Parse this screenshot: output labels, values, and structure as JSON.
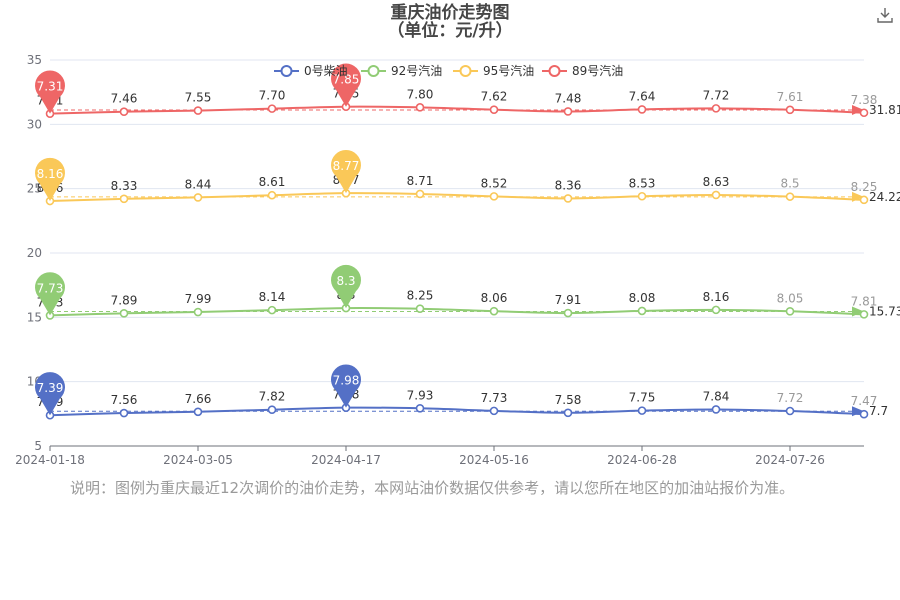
{
  "title": {
    "line1": "重庆油价走势图",
    "line2": "（单位：元/升）"
  },
  "toolbox": {
    "download_icon": "download-icon"
  },
  "note": "说明：图例为重庆最近12次调价的油价走势，本网站油价数据仅供参考，请以您所在地区的加油站报价为准。",
  "chart_data": {
    "type": "line",
    "ylim": [
      5,
      35
    ],
    "y_ticks": [
      "5",
      "10",
      "15",
      "20",
      "25",
      "30",
      "35"
    ],
    "x_tick_labels": [
      "2024-01-18",
      "2024-03-05",
      "2024-04-17",
      "2024-05-16",
      "2024-06-28",
      "2024-07-26"
    ],
    "x_tick_index": [
      0,
      2,
      4,
      6,
      8,
      10
    ],
    "legend_position": "top",
    "series": [
      {
        "name": "0号柴油",
        "color": "#5470c6",
        "values": [
          7.39,
          7.56,
          7.66,
          7.82,
          7.98,
          7.93,
          7.73,
          7.58,
          7.75,
          7.84,
          7.72,
          7.47
        ],
        "labels": [
          "7.39",
          "7.56",
          "7.66",
          "7.82",
          "7.98",
          "7.93",
          "7.73",
          "7.58",
          "7.75",
          "7.84",
          "7.72",
          "7.47"
        ],
        "max_label": "7.98",
        "min_label": "7.39",
        "avg_label": "7.7"
      },
      {
        "name": "92号汽油",
        "color": "#91cc75",
        "values": [
          7.73,
          7.89,
          7.99,
          8.14,
          8.3,
          8.25,
          8.06,
          7.91,
          8.08,
          8.16,
          8.05,
          7.81
        ],
        "labels": [
          "7.73",
          "7.89",
          "7.99",
          "8.14",
          "8.3",
          "8.25",
          "8.06",
          "7.91",
          "8.08",
          "8.16",
          "8.05",
          "7.81"
        ],
        "max_label": "8.3",
        "min_label": "7.73",
        "avg_label": "15.73"
      },
      {
        "name": "95号汽油",
        "color": "#fac858",
        "values": [
          8.16,
          8.33,
          8.44,
          8.61,
          8.77,
          8.71,
          8.52,
          8.36,
          8.53,
          8.63,
          8.5,
          8.25
        ],
        "labels": [
          "8.16",
          "8.33",
          "8.44",
          "8.61",
          "8.77",
          "8.71",
          "8.52",
          "8.36",
          "8.53",
          "8.63",
          "8.5",
          "8.25"
        ],
        "max_label": "8.77",
        "min_label": "8.16",
        "avg_label": "24.22"
      },
      {
        "name": "89号汽油",
        "color": "#ee6666",
        "values": [
          7.31,
          7.46,
          7.55,
          7.7,
          7.85,
          7.8,
          7.62,
          7.48,
          7.64,
          7.72,
          7.61,
          7.38
        ],
        "labels": [
          "7.31",
          "7.46",
          "7.55",
          "7.70",
          "7.85",
          "7.80",
          "7.62",
          "7.48",
          "7.64",
          "7.72",
          "7.61",
          "7.38"
        ],
        "max_label": "7.85",
        "min_label": "7.31",
        "avg_label": "31.81"
      }
    ]
  }
}
